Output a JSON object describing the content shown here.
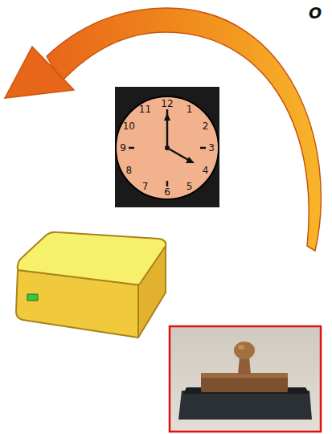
{
  "diagram": {
    "labels": [
      "O",
      "12",
      "1",
      "2",
      "3",
      "4",
      "5",
      "6",
      "7",
      "8",
      "9",
      "10",
      "11"
    ]
  }
}
